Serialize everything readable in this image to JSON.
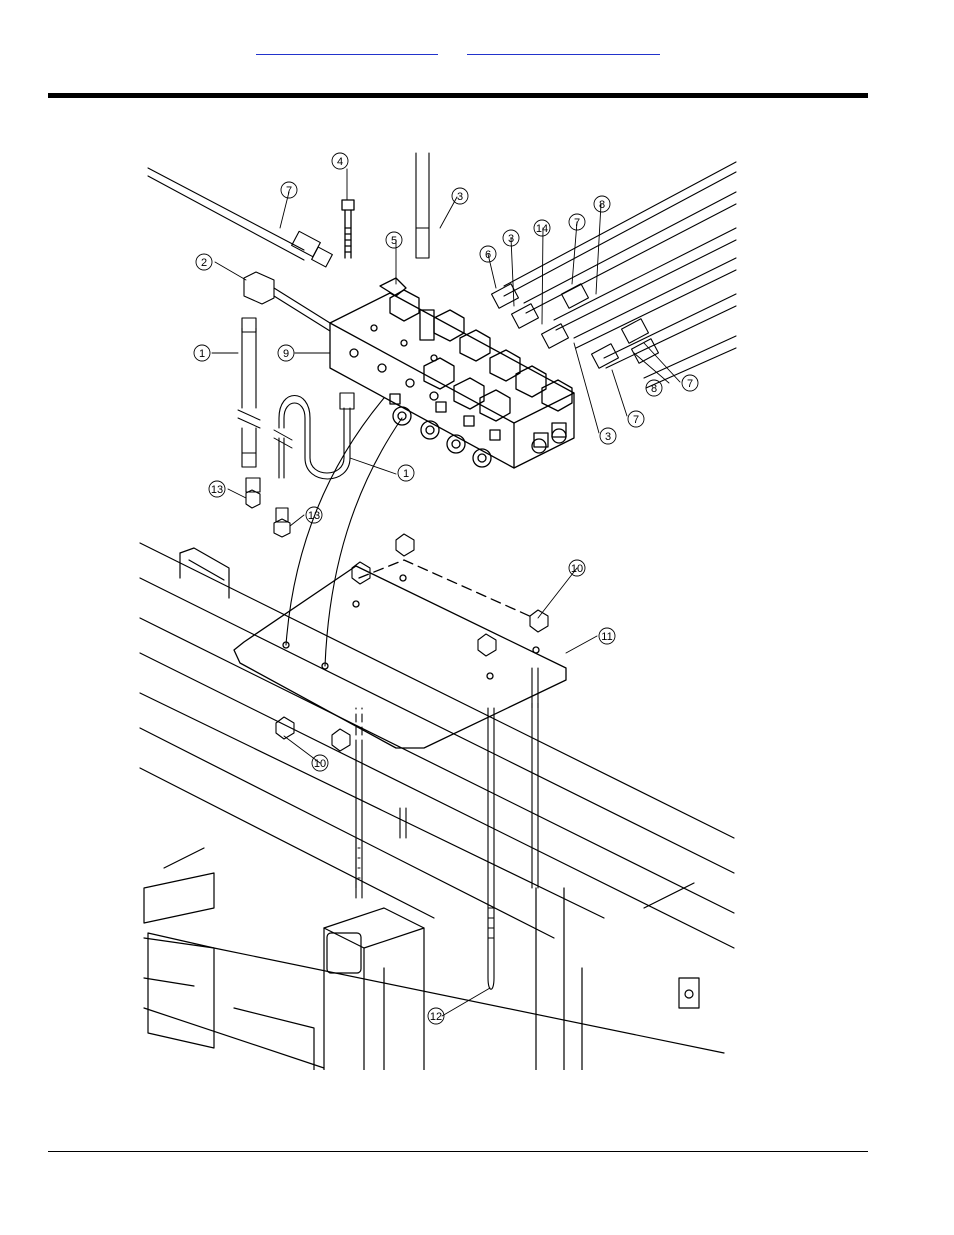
{
  "header": {
    "links": [
      "",
      ""
    ]
  },
  "figure": {
    "callouts": [
      {
        "id": "4",
        "label": "4"
      },
      {
        "id": "7a",
        "label": "7"
      },
      {
        "id": "3a",
        "label": "3"
      },
      {
        "id": "2",
        "label": "2"
      },
      {
        "id": "5",
        "label": "5"
      },
      {
        "id": "6",
        "label": "6"
      },
      {
        "id": "3b",
        "label": "3"
      },
      {
        "id": "14",
        "label": "14"
      },
      {
        "id": "7b",
        "label": "7"
      },
      {
        "id": "8a",
        "label": "8"
      },
      {
        "id": "1a",
        "label": "1"
      },
      {
        "id": "9",
        "label": "9"
      },
      {
        "id": "8b",
        "label": "8"
      },
      {
        "id": "7c",
        "label": "7"
      },
      {
        "id": "3c",
        "label": "3"
      },
      {
        "id": "7d",
        "label": "7"
      },
      {
        "id": "1b",
        "label": "1"
      },
      {
        "id": "13a",
        "label": "13"
      },
      {
        "id": "13b",
        "label": "13"
      },
      {
        "id": "10a",
        "label": "10"
      },
      {
        "id": "11",
        "label": "11"
      },
      {
        "id": "10b",
        "label": "10"
      },
      {
        "id": "12",
        "label": "12"
      }
    ]
  }
}
